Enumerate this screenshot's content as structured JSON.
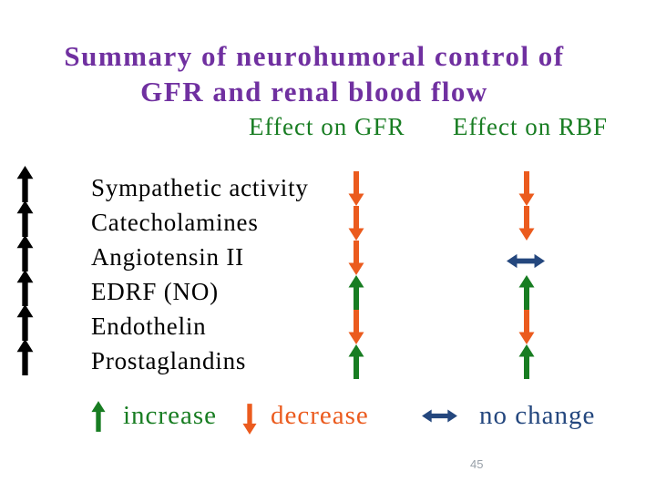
{
  "slide": {
    "title_line1": "Summary of neurohumoral control of",
    "title_line2": "GFR and renal blood flow",
    "page_number": "45"
  },
  "columns": {
    "gfr": "Effect on GFR",
    "rbf": "Effect on RBF"
  },
  "table": {
    "rows": [
      {
        "label": "Sympathetic activity",
        "stimulus": "up",
        "gfr": "down",
        "rbf": "down"
      },
      {
        "label": "Catecholamines",
        "stimulus": "up",
        "gfr": "down",
        "rbf": "down"
      },
      {
        "label": "Angiotensin II",
        "stimulus": "up",
        "gfr": "down",
        "rbf": "both"
      },
      {
        "label": "EDRF (NO)",
        "stimulus": "up",
        "gfr": "up",
        "rbf": "up"
      },
      {
        "label": "Endothelin",
        "stimulus": "up",
        "gfr": "down",
        "rbf": "down"
      },
      {
        "label": "Prostaglandins",
        "stimulus": "up",
        "gfr": "up",
        "rbf": "up"
      }
    ]
  },
  "legend": {
    "items": [
      {
        "symbol": "up",
        "label": "increase"
      },
      {
        "symbol": "down",
        "label": "decrease"
      },
      {
        "symbol": "both",
        "label": "no change"
      }
    ]
  },
  "colors": {
    "title_purple": "#7030A0",
    "green": "#187D22",
    "orange": "#EB5B1E",
    "navy": "#24477E",
    "black": "#000000",
    "gray": "#98A0A8"
  }
}
